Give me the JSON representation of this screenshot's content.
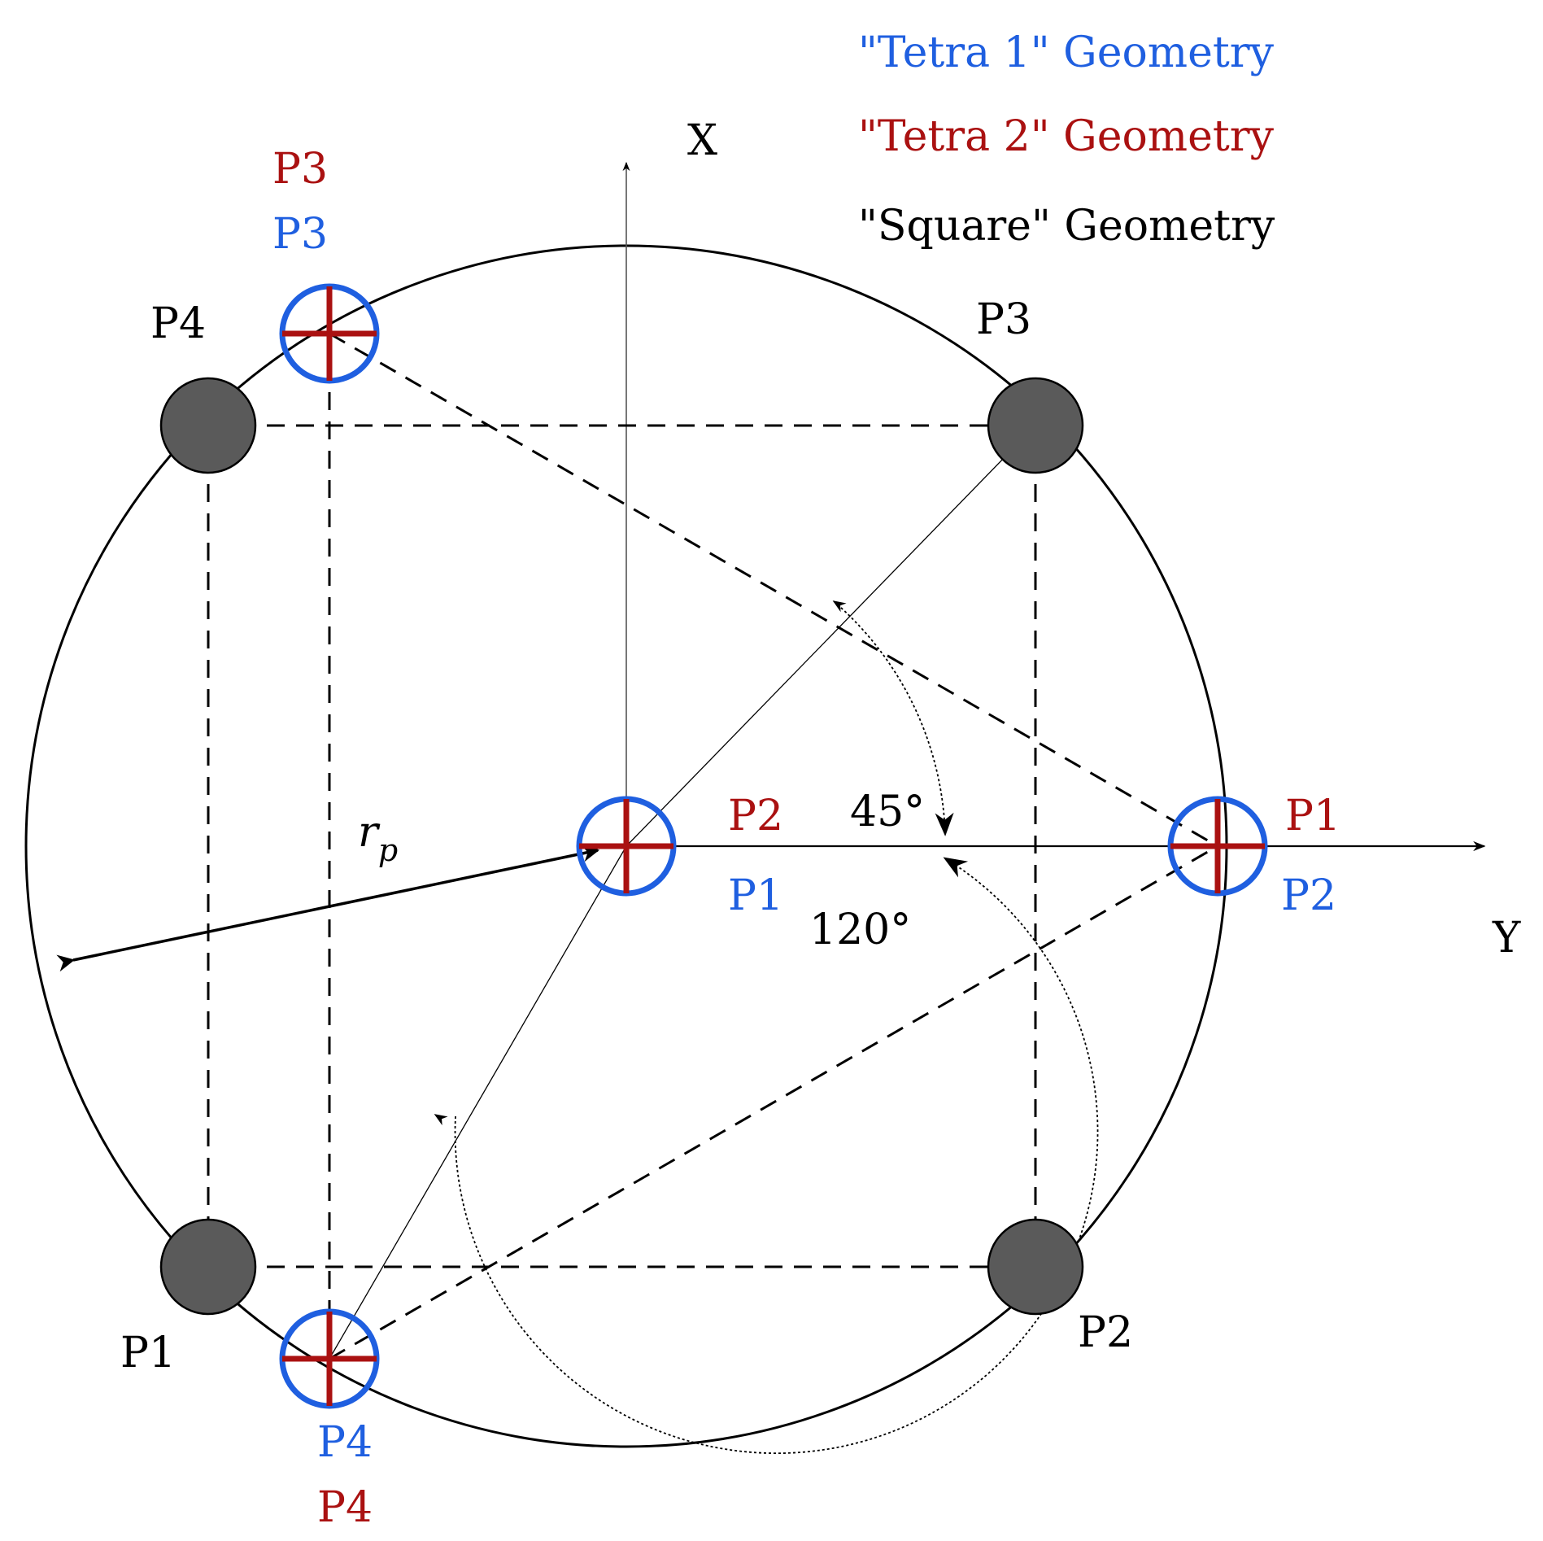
{
  "legend": {
    "tetra1": "\"Tetra 1\" Geometry",
    "tetra2": "\"Tetra 2\" Geometry",
    "square": "\"Square\" Geometry"
  },
  "axes": {
    "x_label": "X",
    "y_label": "Y"
  },
  "radius_label": {
    "symbol": "r",
    "subscript": "p"
  },
  "angles": {
    "angle_45": "45°",
    "angle_120": "120°"
  },
  "square_points": {
    "p1": "P1",
    "p2": "P2",
    "p3": "P3",
    "p4": "P4"
  },
  "tetra1_points": {
    "p1": "P1",
    "p2": "P2",
    "p3": "P3",
    "p4": "P4"
  },
  "tetra2_points": {
    "p1": "P1",
    "p2": "P2",
    "p3": "P3",
    "p4": "P4"
  },
  "colors": {
    "tetra1": "#1f5fe0",
    "tetra2": "#aa1111",
    "square_fill": "#5a5a5a",
    "line": "#000000"
  }
}
